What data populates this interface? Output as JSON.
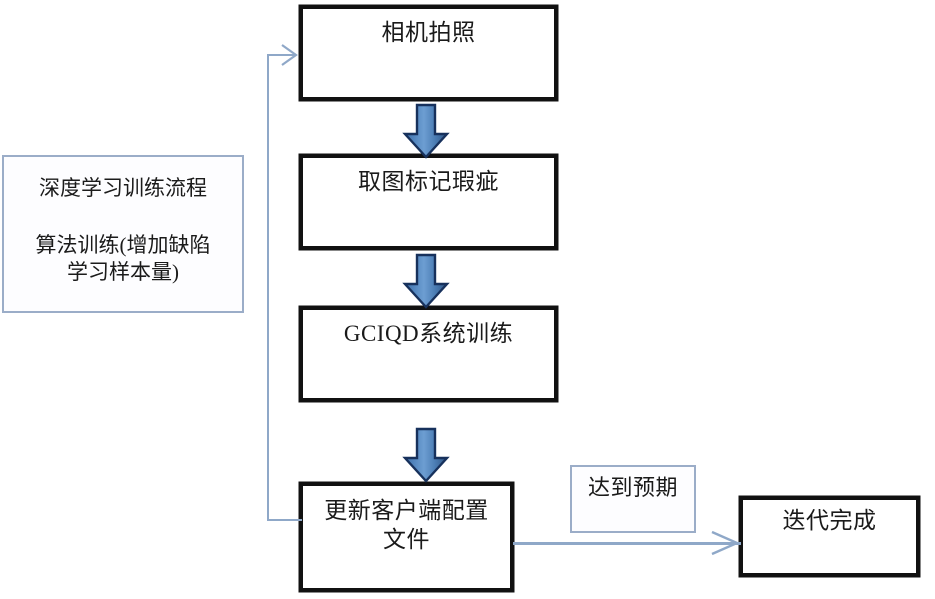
{
  "diagram": {
    "title_hidden": "",
    "type": "flowchart",
    "colors": {
      "box_border_dark": "#111111",
      "box_border_light": "#9badc8",
      "arrow_blue_light": "#5b8fc9",
      "arrow_blue_dark": "#1f3864",
      "connector_line": "#8fa8c8",
      "text": "#1a1a1a",
      "background": "#ffffff"
    },
    "side_panel": {
      "name": "deep-learning-training-process-panel",
      "line1": "深度学习训练流程",
      "line2": "算法训练(增加缺陷\n学习样本量)"
    },
    "nodes": [
      {
        "id": "camera",
        "label": "相机拍照",
        "style": "thick"
      },
      {
        "id": "mark-defect",
        "label": "取图标记瑕疵",
        "style": "thick"
      },
      {
        "id": "gciqd-train",
        "label": "GCIQD系统训练",
        "style": "thick"
      },
      {
        "id": "update-config",
        "label": "更新客户端配置\n文件",
        "style": "thick"
      },
      {
        "id": "expectation",
        "label": "达到预期",
        "style": "thin"
      },
      {
        "id": "iteration-done",
        "label": "迭代完成",
        "style": "thick"
      }
    ],
    "connectors": [
      {
        "from": "camera",
        "to": "mark-defect",
        "kind": "block-arrow-down"
      },
      {
        "from": "mark-defect",
        "to": "gciqd-train",
        "kind": "block-arrow-down"
      },
      {
        "from": "gciqd-train",
        "to": "update-config",
        "kind": "block-arrow-down"
      },
      {
        "from": "update-config",
        "to": "camera",
        "kind": "feedback-loop-left"
      },
      {
        "from": "update-config",
        "to": "iteration-done",
        "kind": "thin-arrow-right",
        "label": "达到预期"
      }
    ]
  }
}
